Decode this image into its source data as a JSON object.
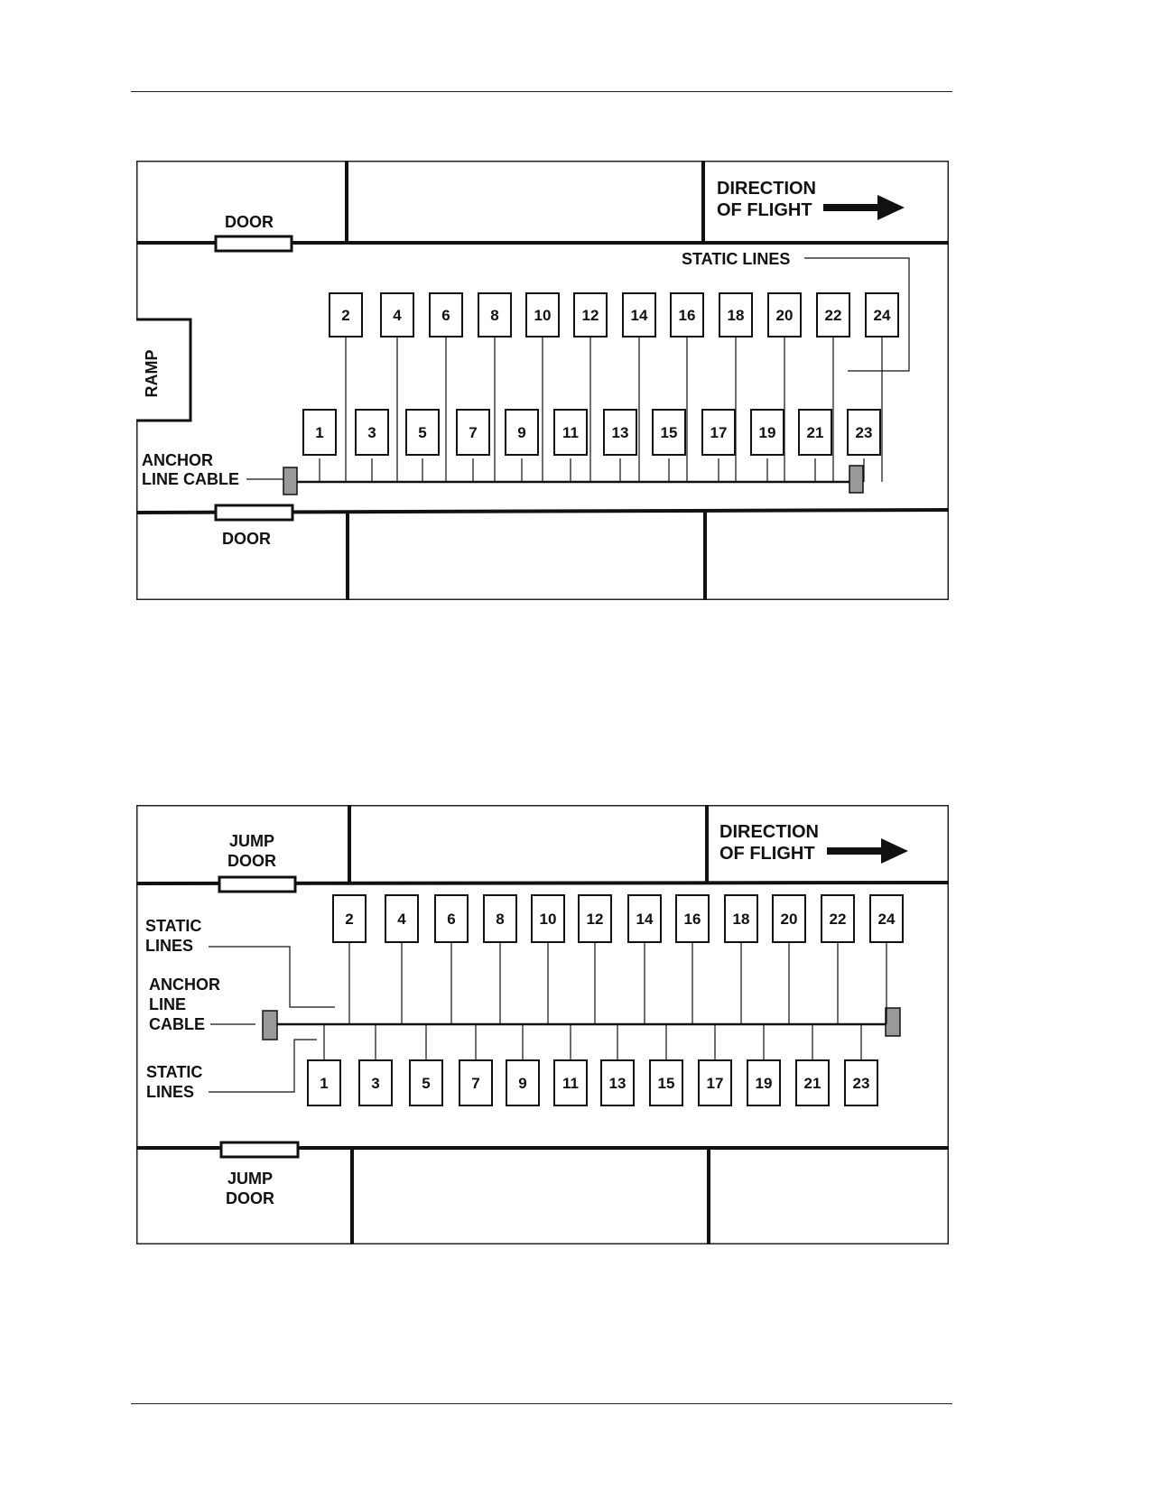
{
  "figure1": {
    "direction_line1": "DIRECTION",
    "direction_line2": "OF FLIGHT",
    "door_top": "DOOR",
    "door_bottom": "DOOR",
    "static_lines": "STATIC LINES",
    "ramp": "RAMP",
    "anchor_line1": "ANCHOR",
    "anchor_line2": "LINE CABLE",
    "top_positions": [
      "2",
      "4",
      "6",
      "8",
      "10",
      "12",
      "14",
      "16",
      "18",
      "20",
      "22",
      "24"
    ],
    "bottom_positions": [
      "1",
      "3",
      "5",
      "7",
      "9",
      "11",
      "13",
      "15",
      "17",
      "19",
      "21",
      "23"
    ]
  },
  "figure2": {
    "direction_line1": "DIRECTION",
    "direction_line2": "OF FLIGHT",
    "door_top_line1": "JUMP",
    "door_top_line2": "DOOR",
    "door_bottom_line1": "JUMP",
    "door_bottom_line2": "DOOR",
    "static_top_line1": "STATIC",
    "static_top_line2": "LINES",
    "anchor_line1": "ANCHOR",
    "anchor_line2": "LINE",
    "anchor_line3": "CABLE",
    "static_bottom_line1": "STATIC",
    "static_bottom_line2": "LINES",
    "top_positions": [
      "2",
      "4",
      "6",
      "8",
      "10",
      "12",
      "14",
      "16",
      "18",
      "20",
      "22",
      "24"
    ],
    "bottom_positions": [
      "1",
      "3",
      "5",
      "7",
      "9",
      "11",
      "13",
      "15",
      "17",
      "19",
      "21",
      "23"
    ]
  }
}
